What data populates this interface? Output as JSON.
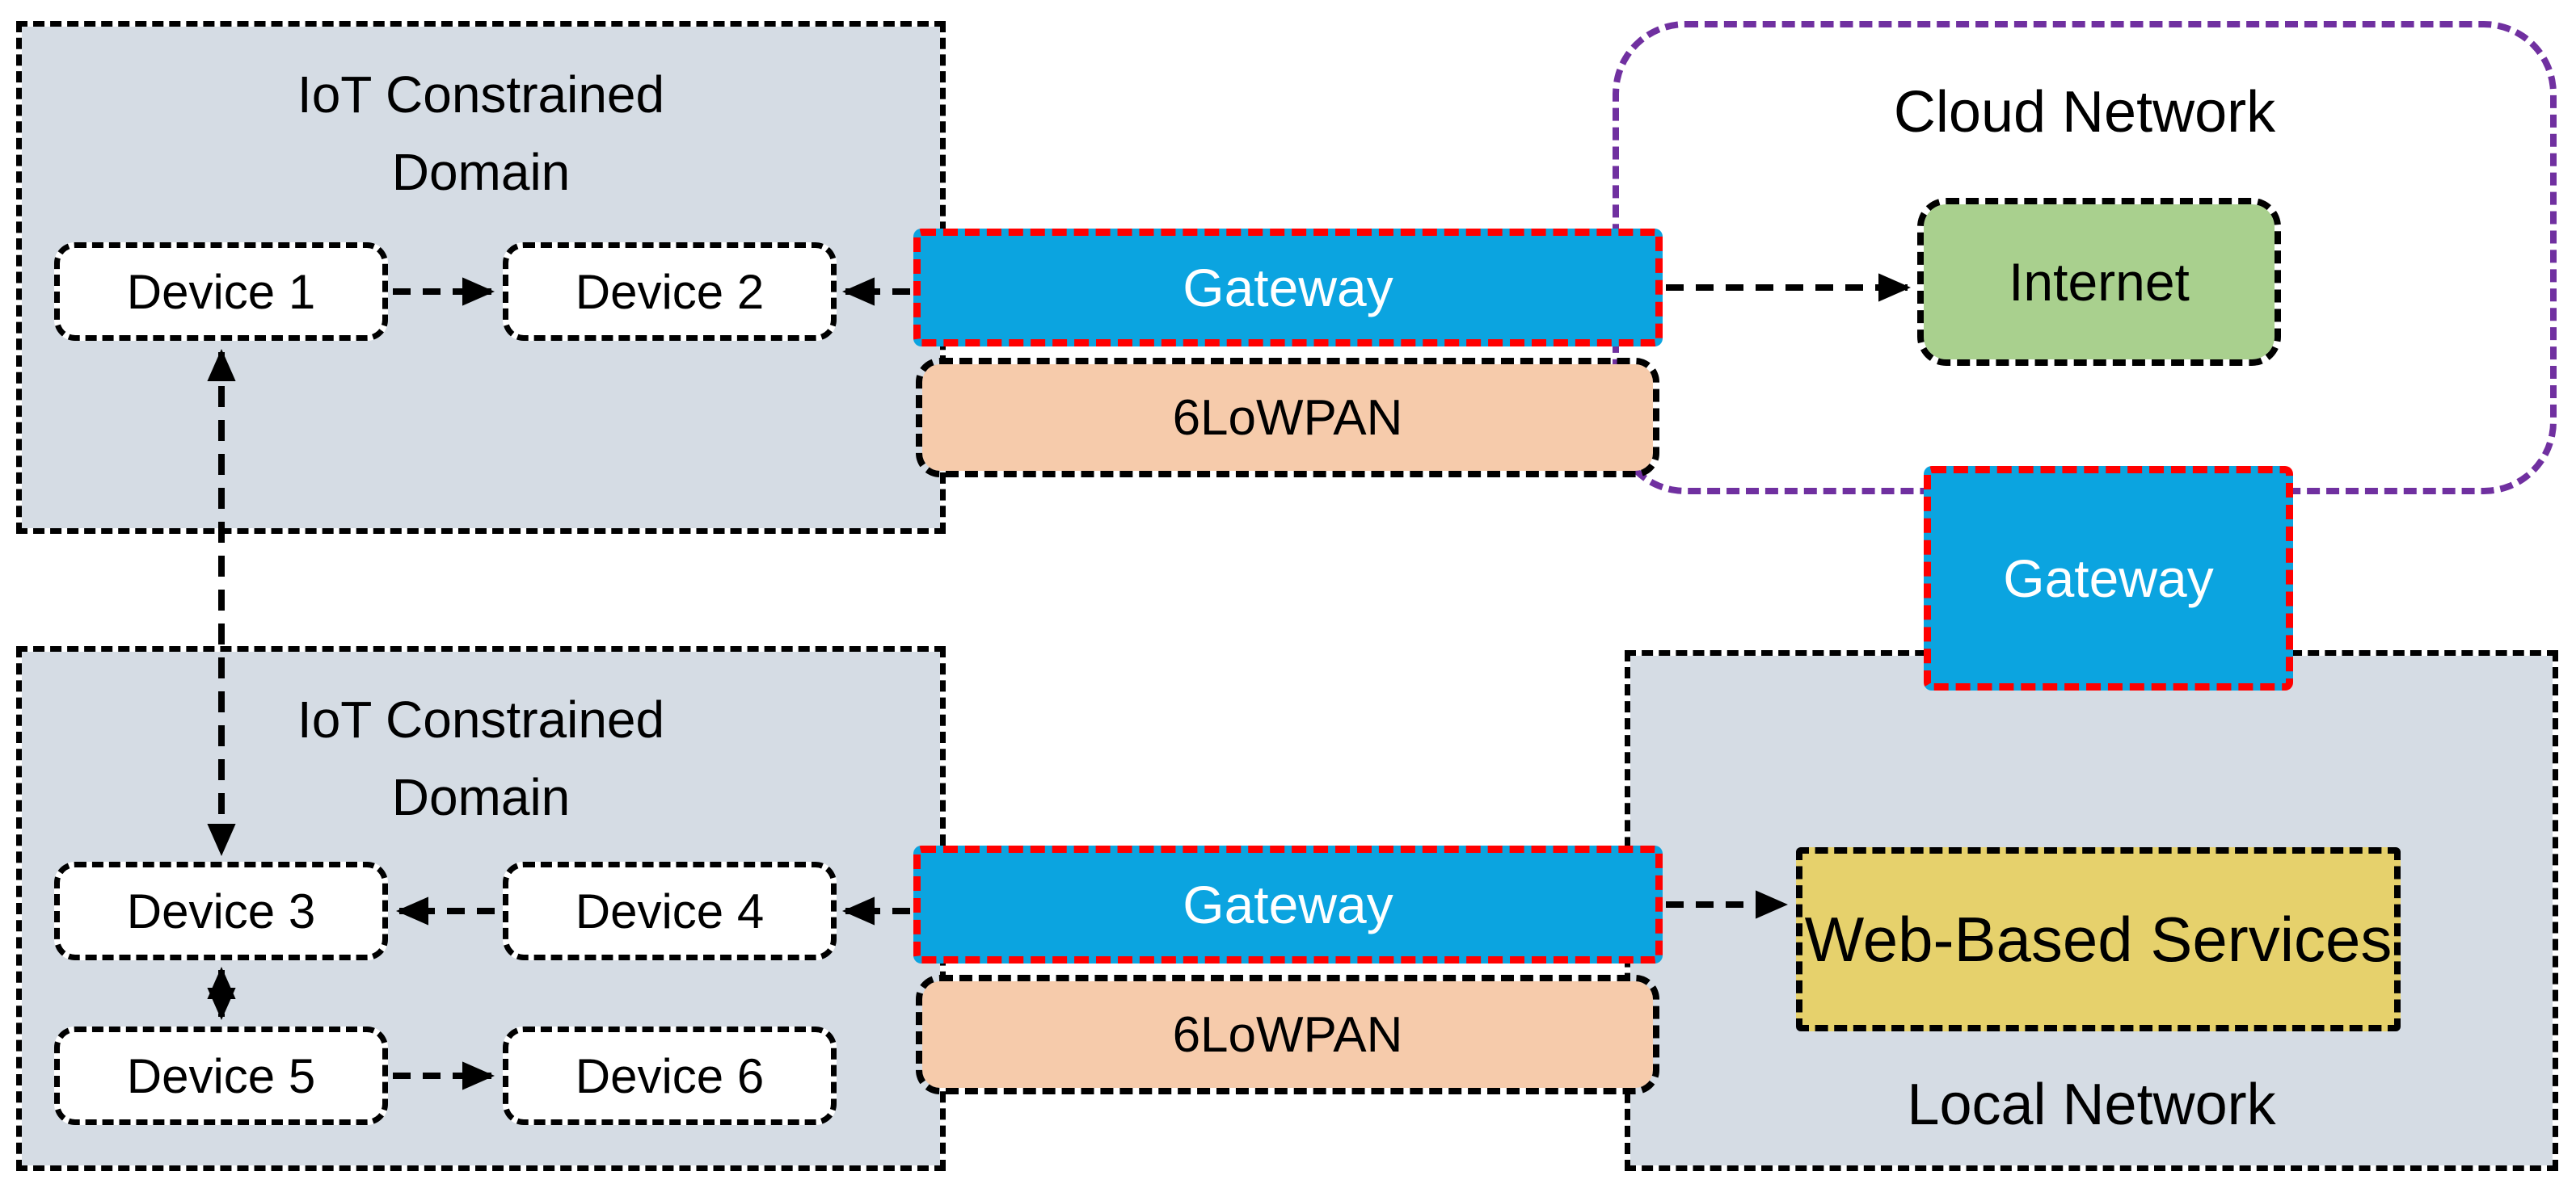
{
  "colors": {
    "panel_gray": "#d5dce4",
    "device_white": "#ffffff",
    "gateway_blue": "#0ba4e0",
    "gateway_border_red": "#ff0000",
    "gateway_text": "#ffffff",
    "lowpan_peach": "#f6cbab",
    "internet_green": "#a9d08e",
    "services_yellow": "#e6d16c",
    "cloud_purple": "#7030a0",
    "ink_black": "#000000"
  },
  "domain1": {
    "title": "IoT Constrained\nDomain"
  },
  "domain2": {
    "title": "IoT Constrained\nDomain"
  },
  "device1": {
    "label": "Device 1"
  },
  "device2": {
    "label": "Device 2"
  },
  "device3": {
    "label": "Device 3"
  },
  "device4": {
    "label": "Device 4"
  },
  "device5": {
    "label": "Device 5"
  },
  "device6": {
    "label": "Device 6"
  },
  "gateway1": {
    "label": "Gateway"
  },
  "gateway2": {
    "label": "Gateway"
  },
  "gateway3": {
    "label": "Gateway"
  },
  "lowpan1": {
    "label": "6LoWPAN"
  },
  "lowpan2": {
    "label": "6LoWPAN"
  },
  "cloud": {
    "title": "Cloud Network"
  },
  "internet": {
    "label": "Internet"
  },
  "web_services": {
    "label": "Web-Based Services"
  },
  "local_network": {
    "label": "Local Network"
  },
  "connections": [
    {
      "from": "device1",
      "to": "device2",
      "style": "dashed",
      "arrows": "end"
    },
    {
      "from": "gateway1",
      "to": "device2",
      "style": "dashed",
      "arrows": "end"
    },
    {
      "from": "gateway1",
      "to": "internet",
      "style": "dashed",
      "arrows": "end"
    },
    {
      "from": "device1",
      "to": "device3",
      "style": "dashed",
      "arrows": "both"
    },
    {
      "from": "device4",
      "to": "device3",
      "style": "dashed",
      "arrows": "end"
    },
    {
      "from": "gateway3",
      "to": "device4",
      "style": "dashed",
      "arrows": "end"
    },
    {
      "from": "gateway3",
      "to": "web_services",
      "style": "dashed",
      "arrows": "end"
    },
    {
      "from": "device3",
      "to": "device5",
      "style": "dashed",
      "arrows": "both"
    },
    {
      "from": "device5",
      "to": "device6",
      "style": "dashed",
      "arrows": "end"
    }
  ]
}
